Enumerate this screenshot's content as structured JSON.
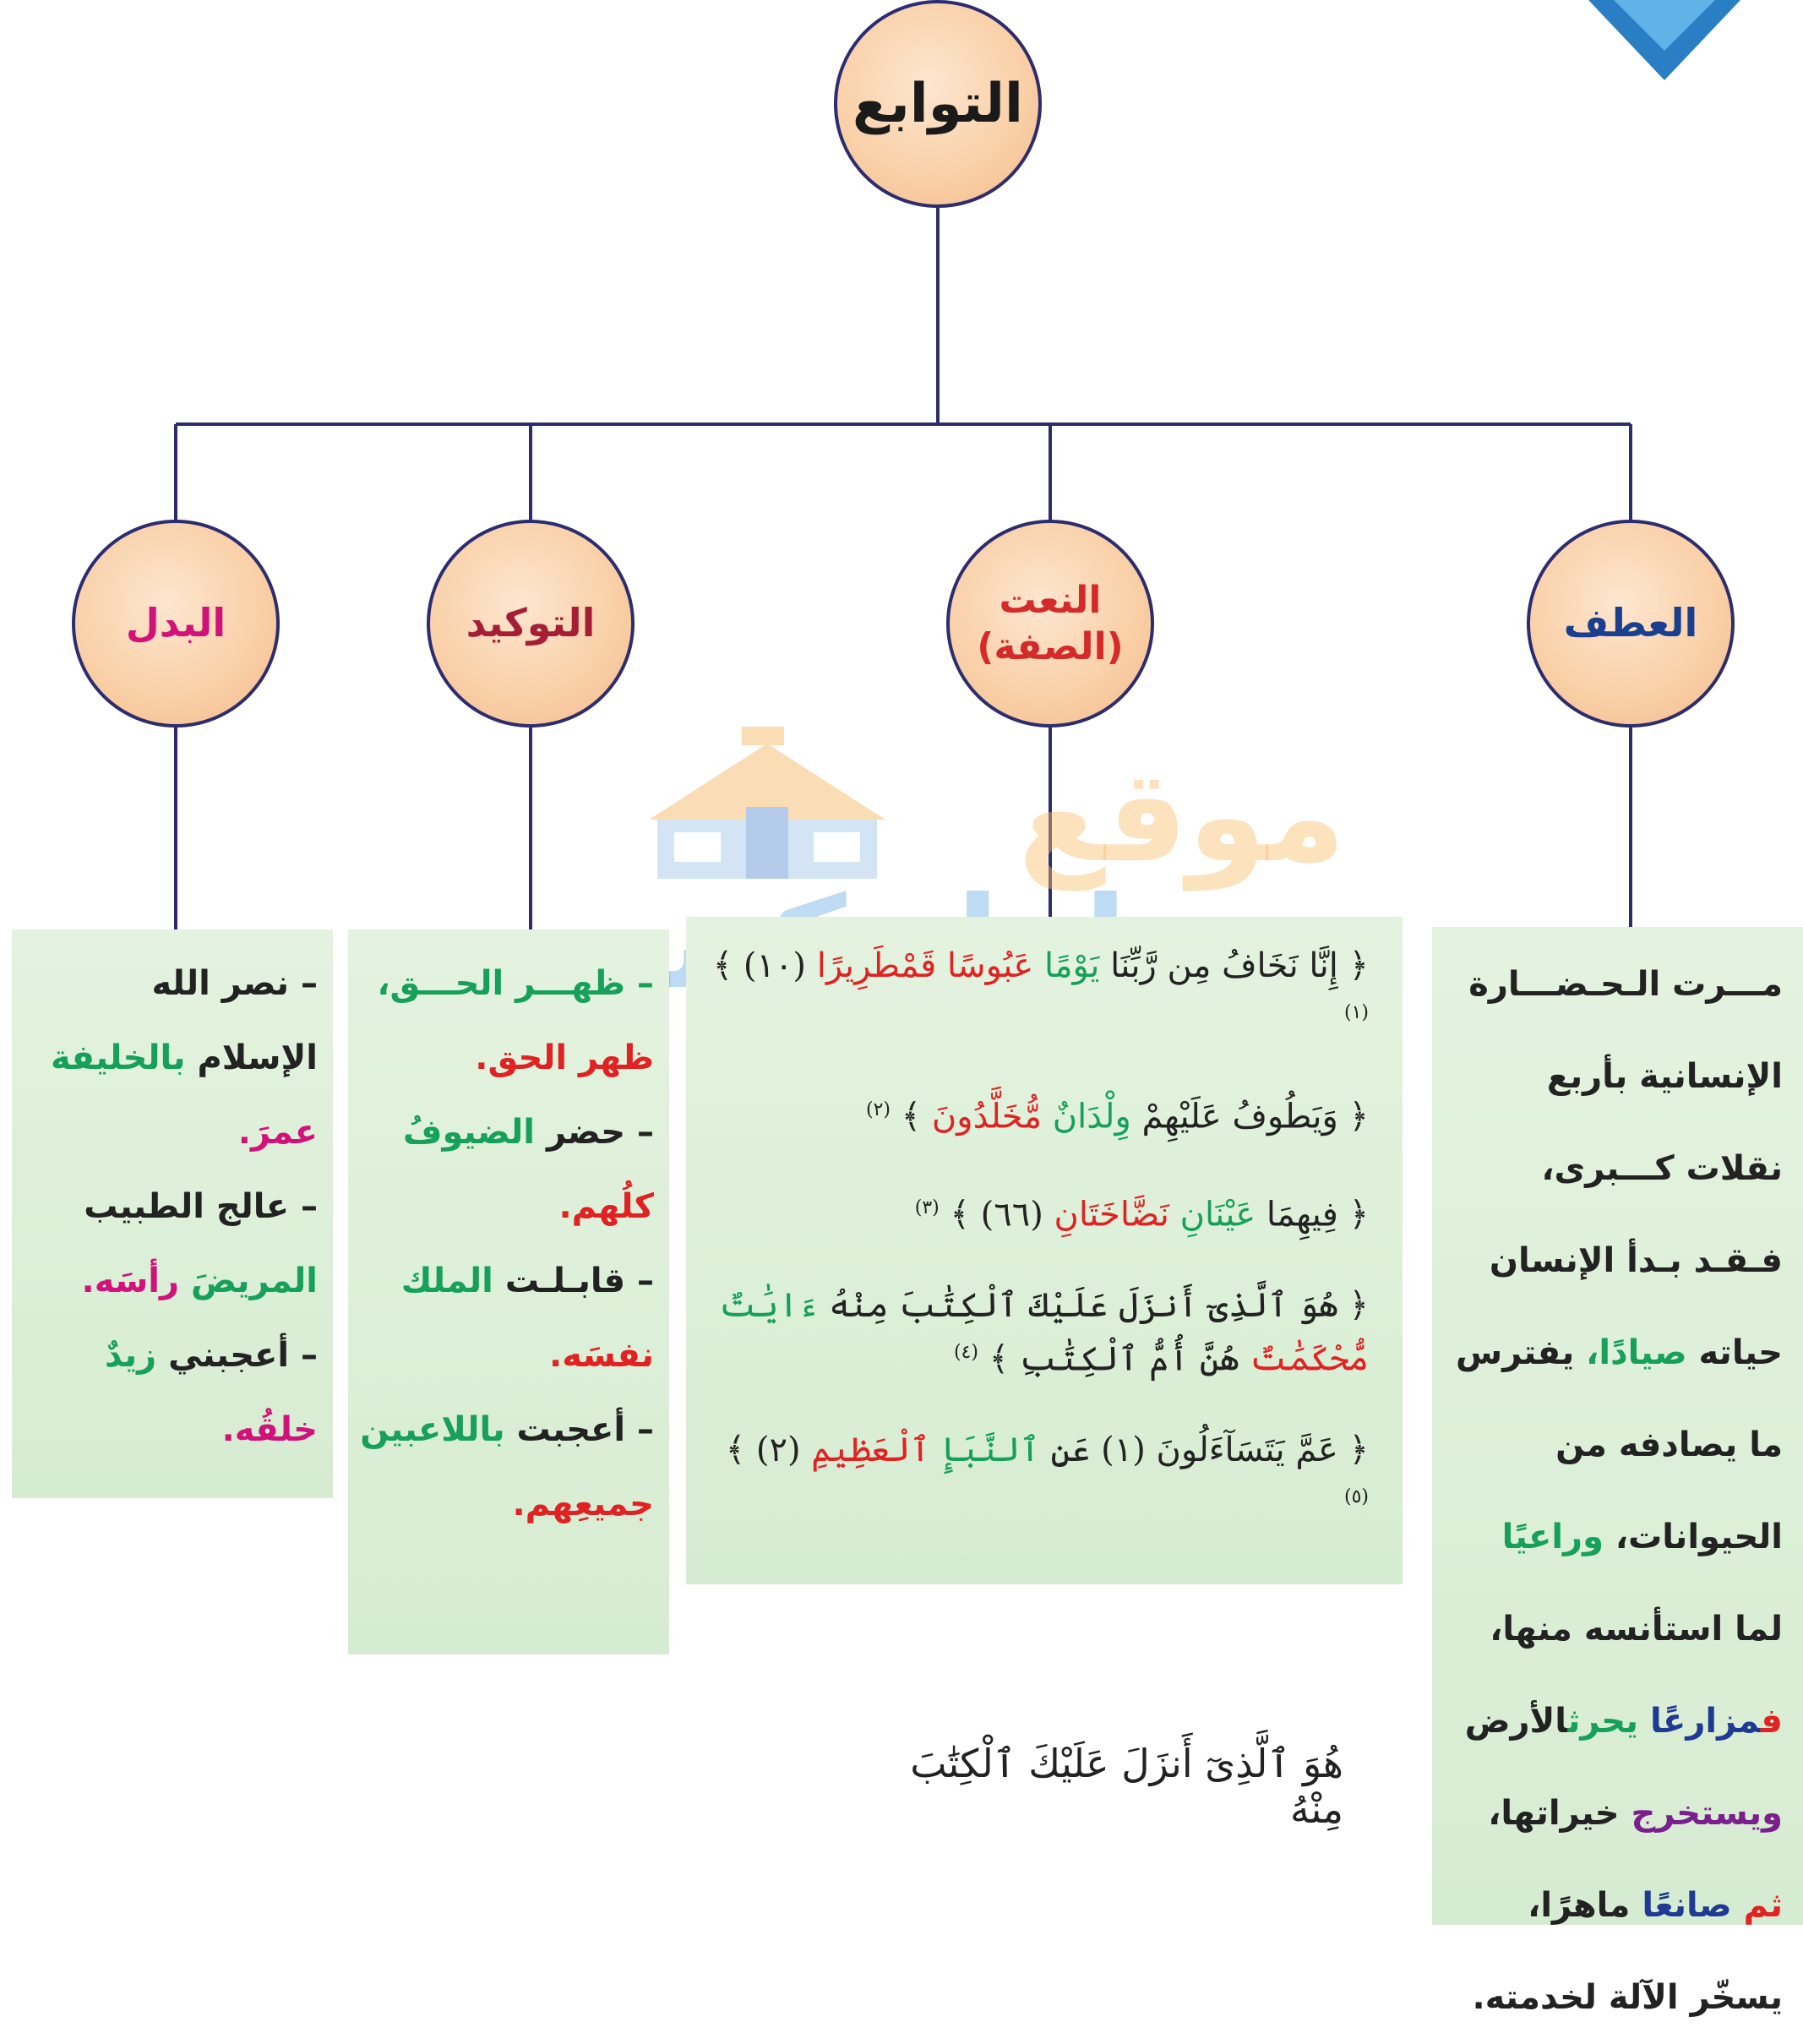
{
  "root": {
    "label": "التوابع"
  },
  "nodes": {
    "atf": {
      "label": "العطف"
    },
    "naat": {
      "line1": "النعت",
      "line2": "(الصفة)"
    },
    "tawk": {
      "label": "التوكيد"
    },
    "badal": {
      "label": "البدل"
    }
  },
  "atf_box": {
    "p1": "مـــرت الـحـضـــارة الإنسانية بأربع نقلات كـــبرى، فـقـد بـدأ الإنسان حياته",
    "w_sayyad": "صيادًا،",
    "p2": "يفترس ما يصادفه من الحيوانات،",
    "w_raiyan": "وراعيًا",
    "p3": "لما استأنسه منها،",
    "w_fa": "ف",
    "w_muzari": "مزارعًا",
    "w_yahruth": "يحرث",
    "p4": "الأرض",
    "w_yastakhrij": "ويستخرج",
    "p5": "خيراتها،",
    "w_thumma": "ثم",
    "w_sani": "صانعًا",
    "p6": "ماهرًا، يسخّر الآلة لخدمته."
  },
  "naat_box": {
    "v1_a": "﴿ إِنَّا نَخَافُ مِن رَّبِّنَا",
    "v1_b": "يَوْمًا",
    "v1_c": "عَبُوسًا قَمْطَرِيرًا",
    "v1_d": "(١٠) ﴾",
    "v1_fn": "(١)",
    "v2_a": "﴿ وَيَطُوفُ عَلَيْهِمْ",
    "v2_b": "وِلْدَانٌ",
    "v2_c": "مُّخَلَّدُونَ",
    "v2_d": "﴾",
    "v2_fn": "(٢)",
    "v3_a": "﴿ فِيهِمَا",
    "v3_b": "عَيْنَانِ",
    "v3_c": "نَضَّاخَتَانِ",
    "v3_d": "(٦٦) ﴾",
    "v3_fn": "(٣)",
    "v4_a": "﴿ هُوَ ٱلَّذِىٓ أَنزَلَ عَلَيْكَ ٱلْكِتَٰبَ مِنْهُ",
    "v4_b": "ءَايَٰتٌ",
    "v4_c": "مُّحْكَمَٰتٌ",
    "v4_d": "هُنَّ أُمُّ ٱلْكِتَٰبِ ﴾",
    "v4_fn": "(٤)",
    "v5_a": "﴿ عَمَّ يَتَسَآءَلُونَ (١) عَنِ",
    "v5_b": "ٱلنَّبَإِ",
    "v5_c": "ٱلْعَظِيمِ",
    "v5_d": "(٢) ﴾",
    "v5_fn": "(٥)"
  },
  "tawk_box": {
    "i1_a": "– ظهـــر الحـــق،",
    "i1_b": "ظهر",
    "i1_c": "الحق.",
    "i2_a": "– حضر",
    "i2_b": "الضيوفُ",
    "i2_c": "كلُهم.",
    "i3_a": "– قابـلـت",
    "i3_b": "الملك",
    "i3_c": "نفسَه.",
    "i4_a": "– أعجبت",
    "i4_b": "باللاعبين",
    "i4_c": "جميعِهم."
  },
  "badal_box": {
    "i1_a": "– نصر الله الإسلام",
    "i1_b": "بالخليفة",
    "i1_c": "عمرَ.",
    "i2_a": "– عالج الطبيب",
    "i2_b": "المريضَ",
    "i2_c": "رأسَه.",
    "i3_a": "– أعجبني",
    "i3_b": "زيدٌ",
    "i3_c": "خلقُه."
  },
  "bottom_verse": "هُوَ ٱلَّذِىٓ أَنزَلَ عَلَيْكَ ٱلْكِتَٰبَ مِنْهُ",
  "watermark": {
    "line1": "موقع",
    "line2": "حلول كتبي"
  },
  "colors": {
    "line": "#2c2c6e",
    "box_bg": "#d9eed5",
    "node_fill": "#f9cfa6",
    "blue": "#1f3a93",
    "green": "#17a05a",
    "red": "#e02222",
    "pink": "#d0127a"
  }
}
